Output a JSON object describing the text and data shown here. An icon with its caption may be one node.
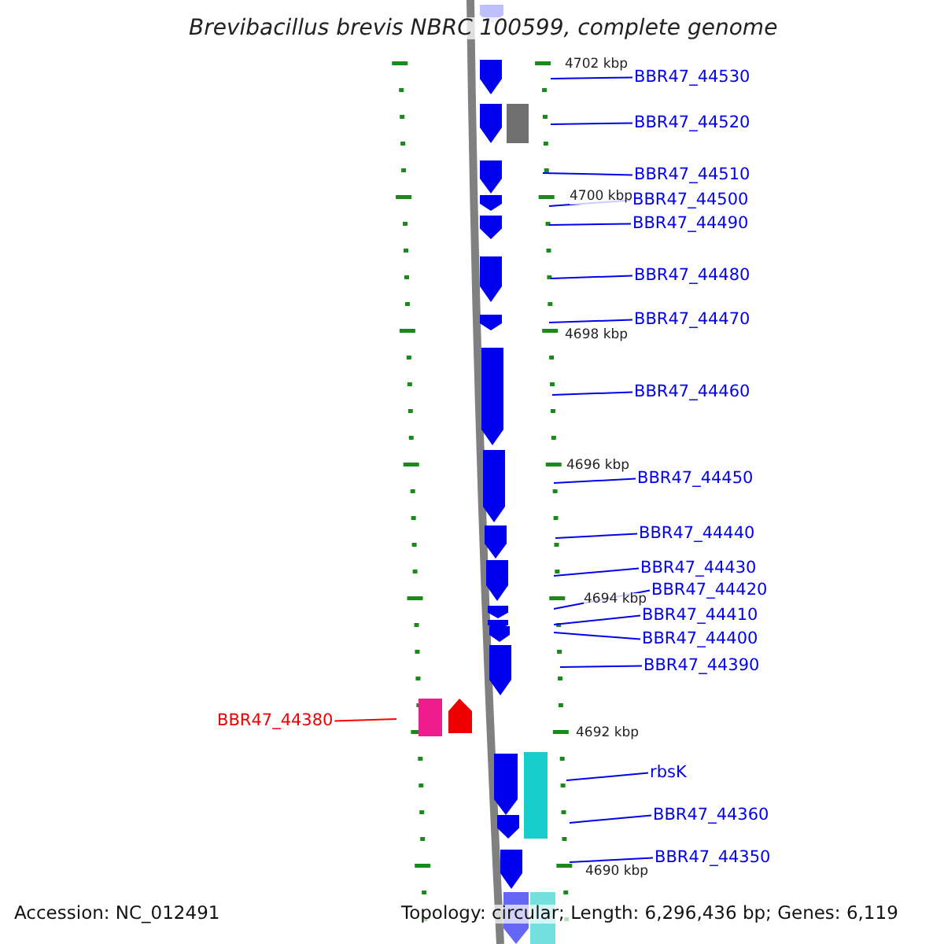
{
  "diagram": {
    "title": "Brevibacillus brevis NBRC 100599, complete genome",
    "nodes": [
      {
        "text": [
          "BBR47_44530"
        ]
      },
      {
        "text": [
          "BBR47_44520"
        ]
      },
      {
        "text": [
          "BBR47_44510"
        ]
      },
      {
        "text": [
          "BBR47_44500"
        ]
      },
      {
        "text": [
          "BBR47_44490"
        ]
      },
      {
        "text": [
          "BBR47_44480"
        ]
      },
      {
        "text": [
          "BBR47_44470"
        ]
      },
      {
        "text": [
          "BBR47_44460"
        ]
      },
      {
        "text": [
          "BBR47_44450"
        ]
      },
      {
        "text": [
          "BBR47_44440"
        ]
      },
      {
        "text": [
          "BBR47_44430"
        ]
      },
      {
        "text": [
          "BBR47_44420"
        ]
      },
      {
        "text": [
          "BBR47_44410"
        ]
      },
      {
        "text": [
          "BBR47_44400"
        ]
      },
      {
        "text": [
          "BBR47_44390"
        ]
      },
      {
        "text": [
          "BBR47_44380"
        ]
      },
      {
        "text": [
          "rbsK"
        ]
      },
      {
        "text": [
          "BBR47_44360"
        ]
      },
      {
        "text": [
          "BBR47_44350"
        ]
      }
    ],
    "edges": [
      {
        "from": 0,
        "to": null,
        "arrow": "none"
      },
      {
        "from": 1,
        "to": null,
        "arrow": "none"
      },
      {
        "from": 2,
        "to": null,
        "arrow": "none"
      },
      {
        "from": 3,
        "to": null,
        "arrow": "none"
      },
      {
        "from": 4,
        "to": null,
        "arrow": "none"
      },
      {
        "from": 5,
        "to": null,
        "arrow": "none"
      },
      {
        "from": 6,
        "to": null,
        "arrow": "none"
      },
      {
        "from": 7,
        "to": null,
        "arrow": "none"
      },
      {
        "from": 8,
        "to": null,
        "arrow": "none"
      },
      {
        "from": 9,
        "to": null,
        "arrow": "none"
      },
      {
        "from": 10,
        "to": null,
        "arrow": "none"
      },
      {
        "from": 11,
        "to": null,
        "arrow": "none"
      },
      {
        "from": 12,
        "to": null,
        "arrow": "none"
      },
      {
        "from": 13,
        "to": null,
        "arrow": "none"
      },
      {
        "from": 14,
        "to": null,
        "arrow": "none"
      },
      {
        "from": 15,
        "to": null,
        "arrow": "none",
        "color": "#ff0000"
      },
      {
        "from": 16,
        "to": null,
        "arrow": "none"
      },
      {
        "from": 17,
        "to": null,
        "arrow": "none"
      },
      {
        "from": 18,
        "to": null,
        "arrow": "none"
      }
    ],
    "labels": [
      "4702 kbp",
      "4700 kbp",
      "4698 kbp",
      "4696 kbp",
      "4694 kbp",
      "4692 kbp",
      "4690 kbp",
      "Accession: NC_012491",
      "Topology: circular; Length: 6,296,436 bp; Genes: 6,119"
    ]
  }
}
